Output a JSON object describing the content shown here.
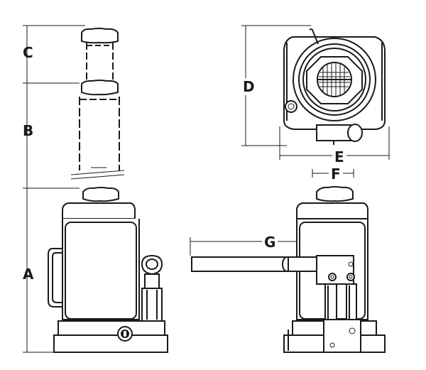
{
  "figure": {
    "labels": {
      "A": "A",
      "B": "B",
      "C": "C",
      "D": "D",
      "E": "E",
      "F": "F",
      "G": "G"
    },
    "line_color": "#1a1a1a",
    "background": "#ffffff"
  }
}
